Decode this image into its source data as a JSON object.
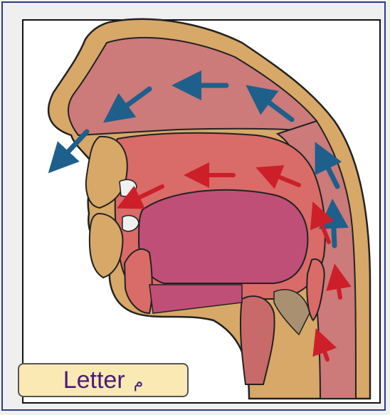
{
  "label": {
    "word": "Letter",
    "letter": "م"
  },
  "colors": {
    "border": "#2b3a8c",
    "skin": "#d7a868",
    "nasal_cavity": "#cc7a7a",
    "oral_cavity": "#d96b68",
    "tongue": "#c04f78",
    "label_bg": "#fbe9b4",
    "label_text": "#4a1a7a",
    "nasal_airflow_arrow": "#1f5f8b",
    "oral_airflow_arrow": "#cc1f2a"
  },
  "airflow": {
    "nasal_arrows": "blue",
    "oral_arrows": "red"
  }
}
